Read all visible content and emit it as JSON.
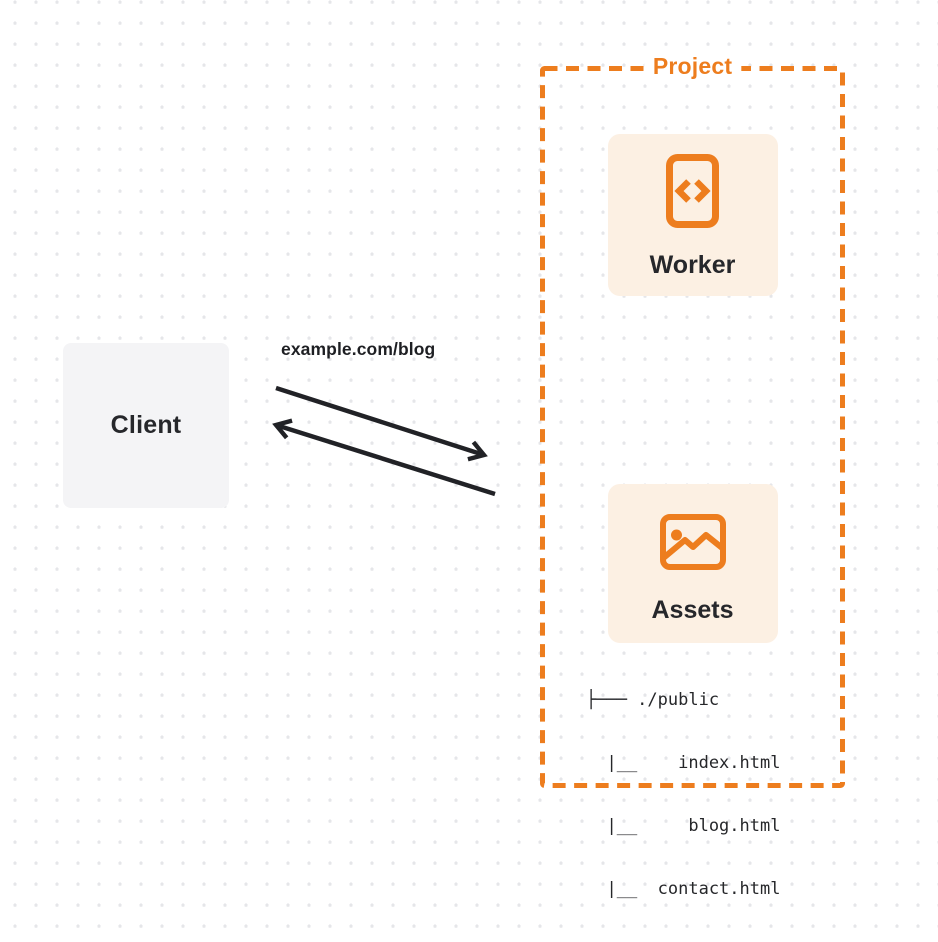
{
  "colors": {
    "accent_orange": "#ED7D1E",
    "card_cream": "#FCF0E3",
    "client_gray": "#F4F4F6",
    "text_dark": "#26272B",
    "arrow_dark": "#212226",
    "dot_grid": "#E5E6E9"
  },
  "client": {
    "label": "Client"
  },
  "request": {
    "url_label": "example.com/blog"
  },
  "project": {
    "label": "Project",
    "worker": {
      "label": "Worker",
      "icon": "code-file-icon"
    },
    "assets": {
      "label": "Assets",
      "icon": "image-icon",
      "file_tree": [
        "├─── ./public",
        "  |__    index.html",
        "  |__     blog.html",
        "  |__  contact.html"
      ]
    }
  }
}
